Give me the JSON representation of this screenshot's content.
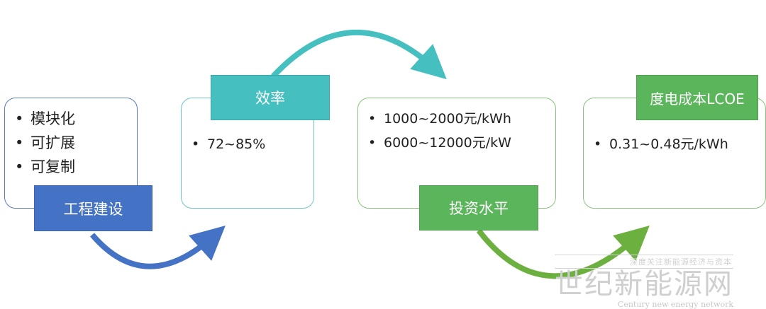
{
  "colors": {
    "blue": "#4472C4",
    "teal": "#45BFBF",
    "green": "#5BB55B",
    "gold": "#E8A33A",
    "card_border_blue": "#5B7BC0",
    "card_border_teal": "#6CC5C5",
    "card_border_green": "#86C47A"
  },
  "steps": [
    {
      "label": "工程建设",
      "items": [
        "模块化",
        "可扩展",
        "可复制"
      ]
    },
    {
      "label": "效率",
      "items": [
        "72~85%"
      ]
    },
    {
      "label": "投资水平",
      "items": [
        "1000~2000元/kWh",
        "6000~12000元/kW"
      ]
    },
    {
      "label": "度电成本LCOE",
      "items": [
        "0.31~0.48元/kWh"
      ]
    }
  ],
  "watermark": {
    "tagline": "深度关注新能源经济与资本",
    "name": "世纪新能源网",
    "english": "Century new energy network"
  }
}
